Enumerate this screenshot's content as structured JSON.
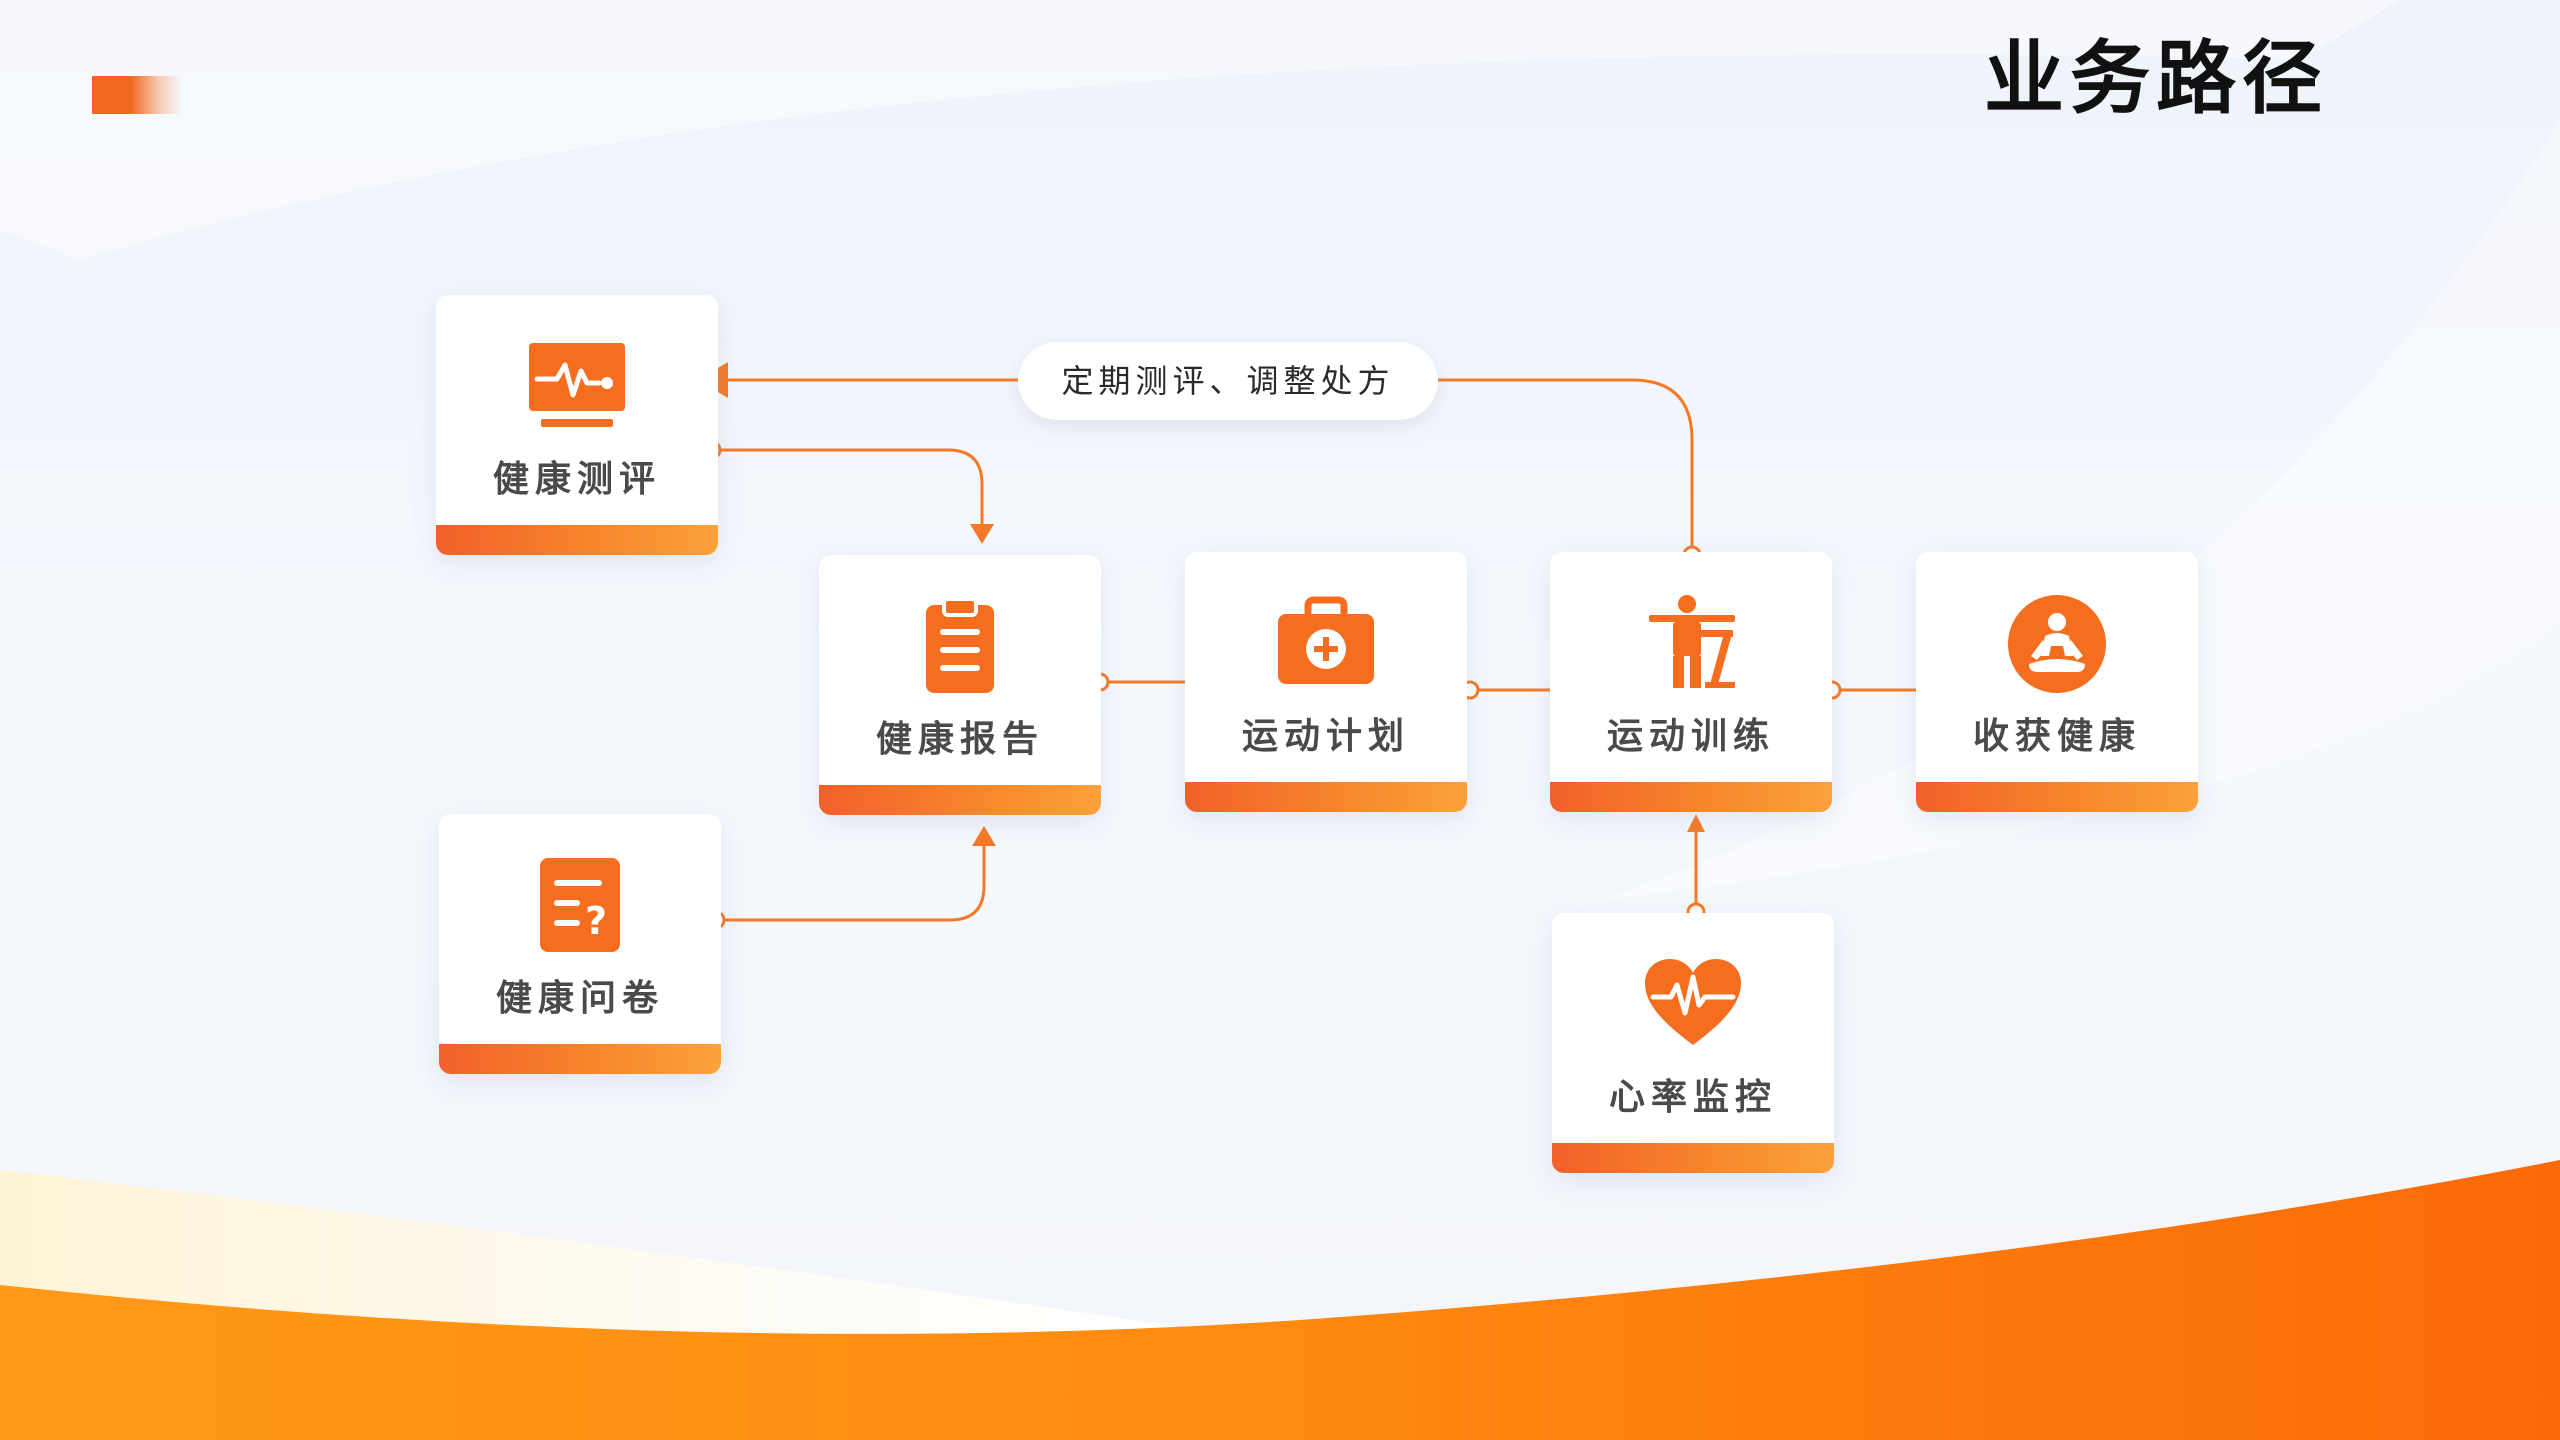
{
  "page_title": "业务路径",
  "colors": {
    "accent": "#f56d1f",
    "accent_light": "#fba23c",
    "text": "#4a4a4a",
    "title": "#111111"
  },
  "feedback_label": "定期测评、调整处方",
  "nodes": {
    "assessment": {
      "label": "健康测评",
      "icon": "monitor-heartbeat-icon"
    },
    "questionnaire": {
      "label": "健康问卷",
      "icon": "questionnaire-icon"
    },
    "report": {
      "label": "健康报告",
      "icon": "clipboard-icon"
    },
    "plan": {
      "label": "运动计划",
      "icon": "medical-kit-icon"
    },
    "training": {
      "label": "运动训练",
      "icon": "workout-icon"
    },
    "gain": {
      "label": "收获健康",
      "icon": "meditation-icon"
    },
    "heart_rate": {
      "label": "心率监控",
      "icon": "heart-rate-icon"
    }
  }
}
